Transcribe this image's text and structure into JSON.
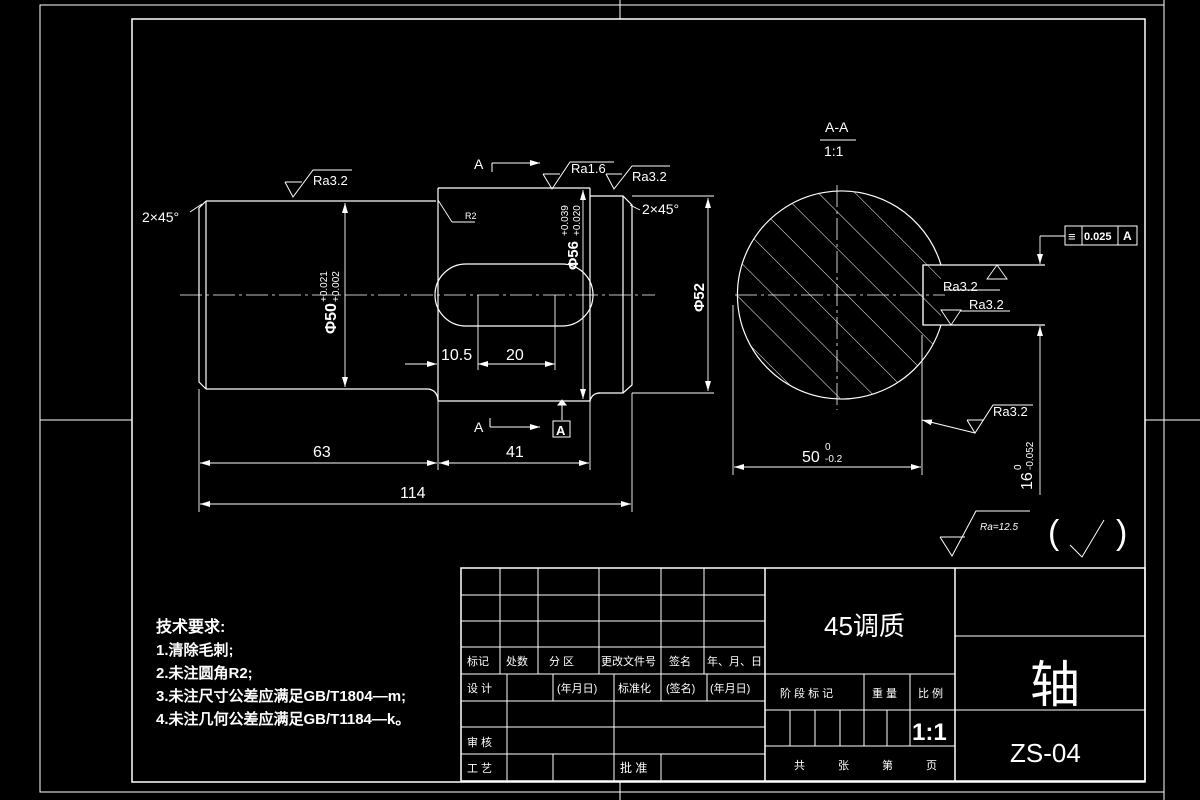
{
  "dimensions": {
    "chamfer_left": "2×45°",
    "chamfer_right": "2×45°",
    "phi50": "Φ50",
    "phi50_tol_upper": "+0.021",
    "phi50_tol_lower": "+0.002",
    "phi56": "Φ56",
    "phi56_tol_upper": "+0.039",
    "phi56_tol_lower": "+0.020",
    "phi52": "Φ52",
    "fillet": "R2",
    "keyway_offset": "10.5",
    "keyway_length": "20",
    "len_63": "63",
    "len_41": "41",
    "len_114": "114",
    "section_width_main": "50",
    "section_width_tol_upper": "0",
    "section_width_tol_lower": "-0.2",
    "key_depth_main": "16",
    "key_depth_tol_upper": "0",
    "key_depth_tol_lower": "-0.052"
  },
  "roughness": {
    "left_shoulder": "Ra3.2",
    "key_section_top": "Ra1.6",
    "right_shoulder": "Ra3.2",
    "keyway_top": "Ra3.2",
    "keyway_bottom": "Ra3.2",
    "section_side": "Ra3.2",
    "general_value": "Ra=12.5",
    "general_paren_left": "(",
    "general_paren_right": ")"
  },
  "section": {
    "cut_label_top": "A",
    "cut_label_bottom": "A",
    "datum_label": "A",
    "view_title": "A-A",
    "view_scale": "1:1",
    "tolerance_symbol": "≡",
    "tolerance_value": "0.025",
    "tolerance_datum": "A"
  },
  "notes": {
    "title": "技术要求:",
    "items": [
      "1.清除毛刺;",
      "2.未注圆角R2;",
      "3.未注尺寸公差应满足GB/T1804—m;",
      "4.未注几何公差应满足GB/T1184—k。"
    ]
  },
  "title_block": {
    "material": "45调质",
    "part_name": "轴",
    "drawing_no": "ZS-04",
    "scale": "1:1",
    "row_labels": [
      "标记",
      "处数",
      "分 区",
      "更改文件号",
      "签名",
      "年、月、日"
    ],
    "design": "设 计",
    "date1": "(年月日)",
    "standardize": "标准化",
    "sign": "(签名)",
    "date2": "(年月日)",
    "stage": "阶 段 标 记",
    "weight": "重 量",
    "ratio": "比 例",
    "review": "审 核",
    "process": "工 艺",
    "approve": "批 准",
    "total": "共",
    "sheets": "张",
    "nth": "第",
    "page": "页"
  }
}
